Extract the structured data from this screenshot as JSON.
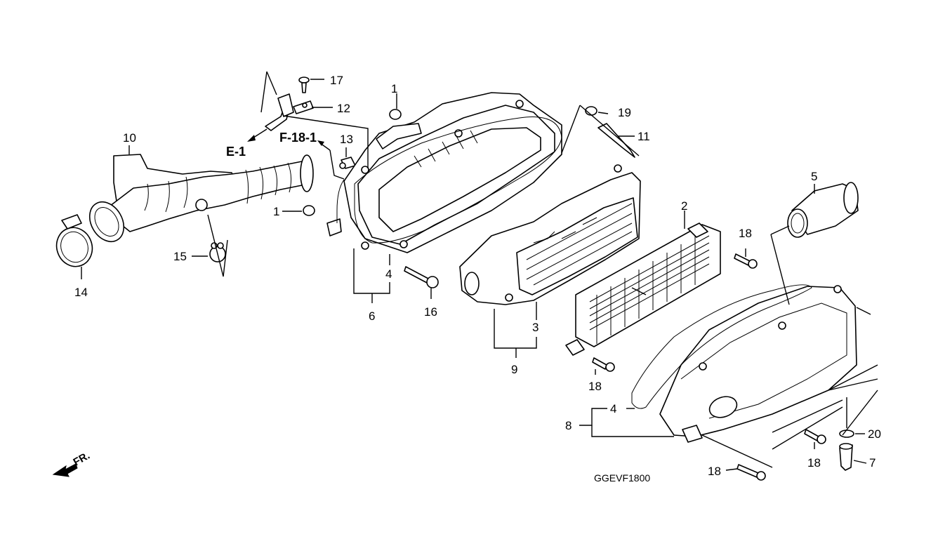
{
  "diagram_code": "GGEVF1800",
  "direction_label": "FR.",
  "refs": {
    "e1": "E-1",
    "f181": "F-18-1"
  },
  "callouts": {
    "c1a": "1",
    "c1b": "1",
    "c2": "2",
    "c3": "3",
    "c4a": "4",
    "c4b": "4",
    "c5": "5",
    "c6": "6",
    "c7": "7",
    "c8": "8",
    "c9": "9",
    "c10": "10",
    "c11": "11",
    "c12": "12",
    "c13": "13",
    "c14": "14",
    "c15": "15",
    "c16": "16",
    "c17": "17",
    "c18a": "18",
    "c18b": "18",
    "c18c": "18",
    "c18d": "18",
    "c19": "19",
    "c20": "20"
  }
}
